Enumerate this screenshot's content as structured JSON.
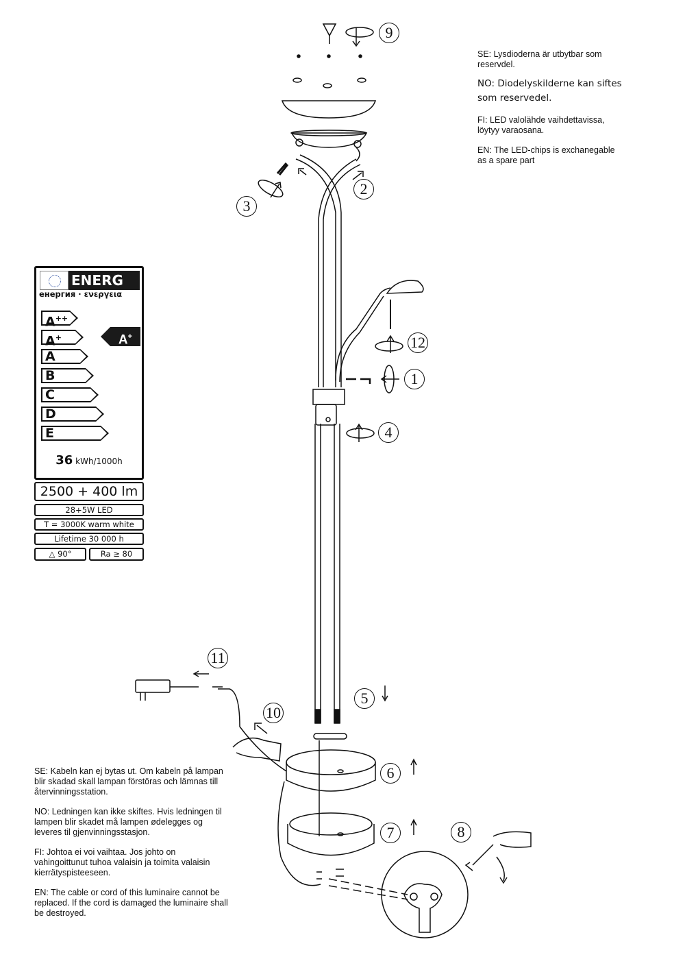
{
  "notes_top": {
    "se": "SE: Lysdioderna är utbytbar som reservdel.",
    "no": "NO: Diodelyskilderne  kan siftes som reservedel.",
    "fi": "FI: LED valolähde vaihdettavissa, löytyy varaosana.",
    "en": "EN: The LED-chips is exchanegable as a spare part"
  },
  "notes_bottom": {
    "se": "SE: Kabeln kan ej bytas ut. Om kabeln på lampan blir skadad skall lampan förstöras och lämnas till återvinningsstation.",
    "no": "NO: Ledningen kan ikke skiftes. Hvis ledningen til lampen blir skadet må lampen ødelegges og leveres til gjenvinningsstasjon.",
    "fi": "FI: Johtoa ei voi vaihtaa. Jos johto on vahingoittunut tuhoa valaisin ja toimita valaisin kierrätyspisteeseen.",
    "en": "EN: The cable or cord of this luminaire cannot be replaced. If the cord is damaged the luminaire shall be destroyed."
  },
  "energy_label": {
    "title": "ENERG",
    "subtitle": "енергия · ενεργεια",
    "classes": [
      {
        "letter": "A",
        "sup": "++"
      },
      {
        "letter": "A",
        "sup": "+"
      },
      {
        "letter": "A",
        "sup": ""
      },
      {
        "letter": "B",
        "sup": ""
      },
      {
        "letter": "C",
        "sup": ""
      },
      {
        "letter": "D",
        "sup": ""
      },
      {
        "letter": "E",
        "sup": ""
      }
    ],
    "rating": {
      "letter": "A",
      "sup": "+"
    },
    "consumption_value": "36",
    "consumption_unit": "kWh/1000h"
  },
  "specs": {
    "lumen": "2500 + 400 lm",
    "power": "28+5W  LED",
    "color_temp": "T = 3000K warm white",
    "lifetime": "Lifetime  30 000 h",
    "beam_angle": "90°",
    "cri": "Ra ≥ 80"
  },
  "steps": [
    "1",
    "2",
    "3",
    "4",
    "5",
    "6",
    "7",
    "8",
    "9",
    "10",
    "11",
    "12"
  ]
}
